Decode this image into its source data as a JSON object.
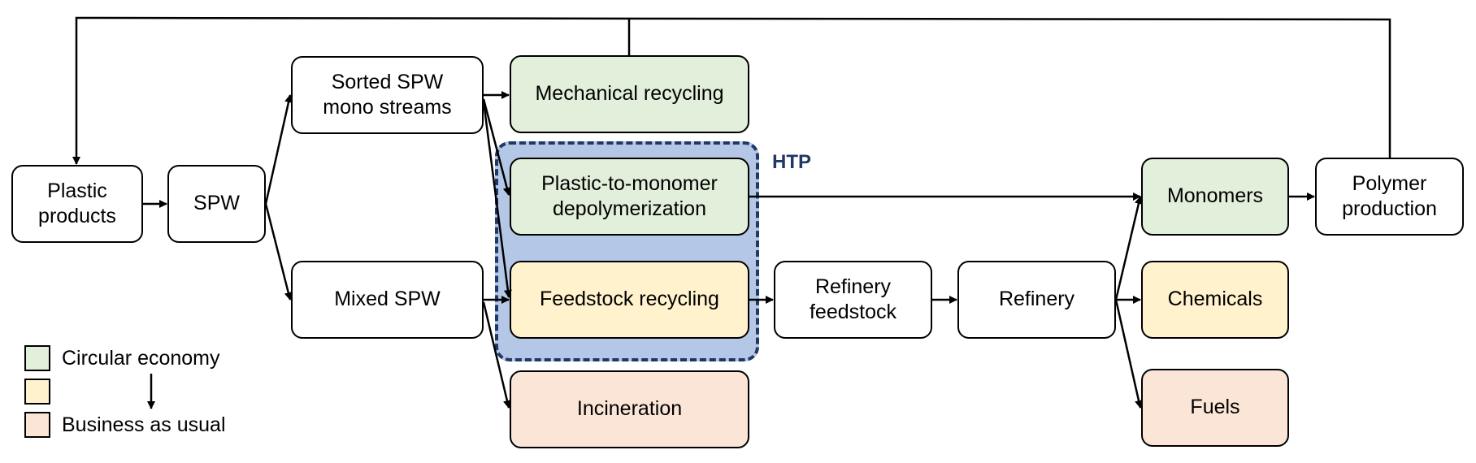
{
  "nodes": {
    "plastic_products": "Plastic\nproducts",
    "spw": "SPW",
    "sorted_spw": "Sorted SPW\nmono streams",
    "mixed_spw": "Mixed SPW",
    "mechanical_recycling": "Mechanical recycling",
    "plastic_to_monomer": "Plastic-to-monomer\ndepolymerization",
    "feedstock_recycling": "Feedstock recycling",
    "incineration": "Incineration",
    "refinery_feedstock": "Refinery\nfeedstock",
    "refinery": "Refinery",
    "monomers": "Monomers",
    "chemicals": "Chemicals",
    "fuels": "Fuels",
    "polymer_production": "Polymer\nproduction"
  },
  "htp_label": "HTP",
  "legend": {
    "circular": "Circular economy",
    "middle": "",
    "business": "Business as usual"
  },
  "colors": {
    "circular": "#e2efda",
    "intermediate": "#fff2cc",
    "business": "#fbe5d6",
    "htp_fill": "#b4c7e7",
    "htp_border": "#203864"
  }
}
